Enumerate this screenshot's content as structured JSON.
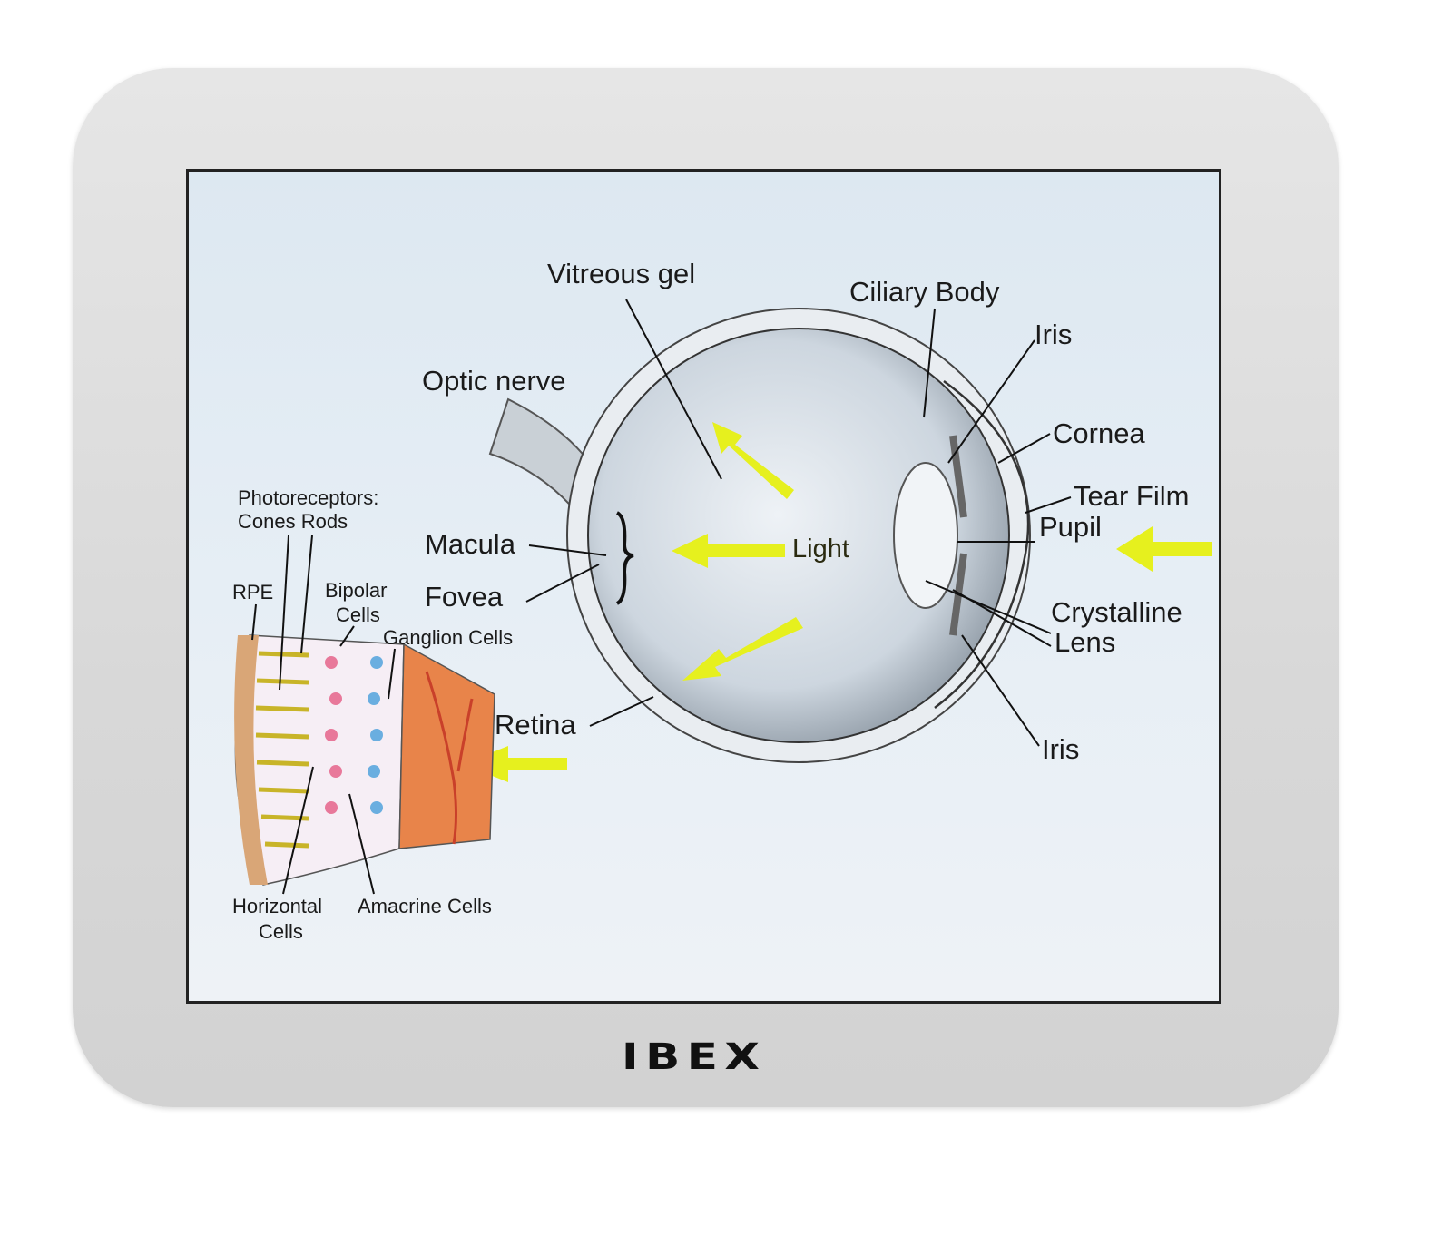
{
  "monitor": {
    "brand": "IBEX"
  },
  "diagram": {
    "labels": {
      "vitreous_gel": "Vitreous gel",
      "ciliary_body": "Ciliary Body",
      "iris_top": "Iris",
      "optic_nerve": "Optic nerve",
      "cornea": "Cornea",
      "tear_film": "Tear Film",
      "pupil": "Pupil",
      "macula": "Macula",
      "light": "Light",
      "fovea": "Fovea",
      "crystalline_lens_1": "Crystalline",
      "crystalline_lens_2": "Lens",
      "retina": "Retina",
      "iris_bottom": "Iris"
    },
    "retina_inset": {
      "photoreceptors_1": "Photoreceptors:",
      "photoreceptors_2": "Cones Rods",
      "rpe": "RPE",
      "bipolar_1": "Bipolar",
      "bipolar_2": "Cells",
      "ganglion": "Ganglion Cells",
      "horizontal_1": "Horizontal",
      "horizontal_2": "Cells",
      "amacrine": "Amacrine Cells"
    },
    "colors": {
      "arrow": "#e6f01e",
      "retina_tissue": "#e8844a"
    }
  }
}
